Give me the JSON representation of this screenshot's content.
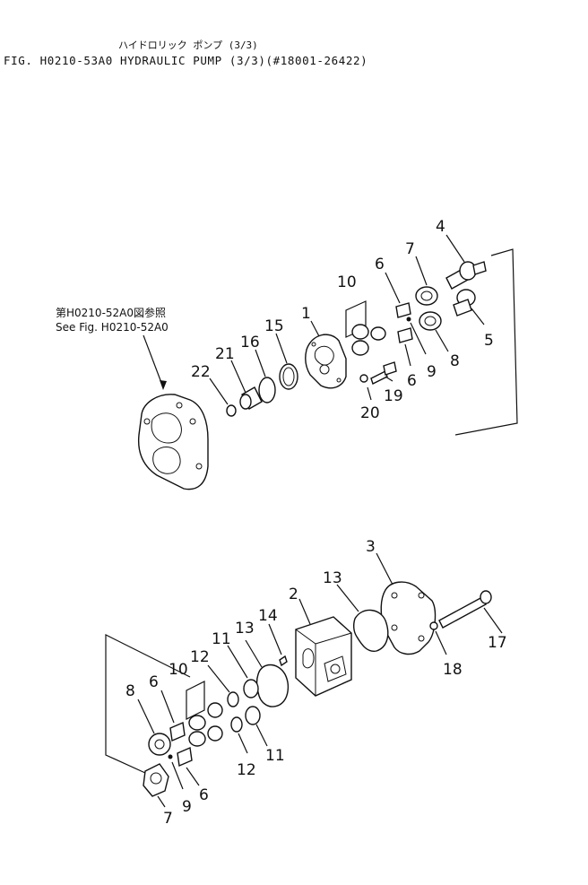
{
  "header": {
    "jp_title": "ハイドロリック ポンプ (3/3)",
    "fig_title": "FIG. H0210-53A0   HYDRAULIC PUMP (3/3)(#18001-26422)"
  },
  "note": {
    "line_jp": "第H0210-52A0図参照",
    "line_en": "See Fig. H0210-52A0"
  },
  "labels": {
    "upper": {
      "p1": "1",
      "p4": "4",
      "p5": "5",
      "p6a": "6",
      "p6b": "6",
      "p7": "7",
      "p8": "8",
      "p9": "9",
      "p10": "10",
      "p15": "15",
      "p16": "16",
      "p19": "19",
      "p20": "20",
      "p21": "21",
      "p22": "22"
    },
    "lower": {
      "p2": "2",
      "p3": "3",
      "p6a": "6",
      "p6b": "6",
      "p7": "7",
      "p8": "8",
      "p9": "9",
      "p10": "10",
      "p11a": "11",
      "p11b": "11",
      "p12a": "12",
      "p12b": "12",
      "p13a": "13",
      "p13b": "13",
      "p14": "14",
      "p17": "17",
      "p18": "18"
    }
  }
}
